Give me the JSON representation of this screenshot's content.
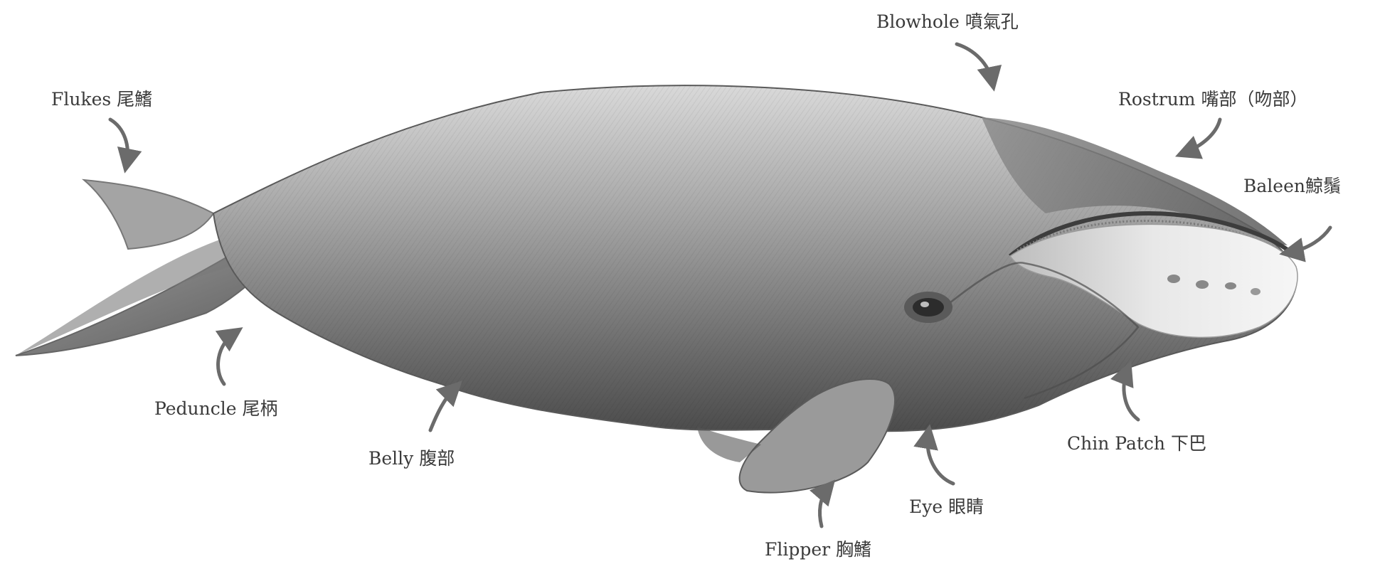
{
  "labels": {
    "blowhole": {
      "en": "Blowhole",
      "zh": "噴氣孔"
    },
    "flukes": {
      "en": "Flukes",
      "zh": "尾鰭"
    },
    "rostrum": {
      "en": "Rostrum",
      "zh": "嘴部（吻部）"
    },
    "baleen": {
      "en": "Baleen",
      "zh": "鯨鬚"
    },
    "peduncle": {
      "en": "Peduncle",
      "zh": "尾柄"
    },
    "belly": {
      "en": "Belly",
      "zh": "腹部"
    },
    "chin_patch": {
      "en": "Chin Patch",
      "zh": "下巴"
    },
    "eye": {
      "en": "Eye",
      "zh": "眼睛"
    },
    "flipper": {
      "en": "Flipper",
      "zh": "胸鰭"
    }
  },
  "colors": {
    "label_text": "#3a3a3a",
    "arrow": "#6b6b6b",
    "body_dark": "#4a4a4a",
    "body_mid": "#8a8a8a",
    "body_light": "#d8d8d8",
    "chin_white": "#f2f2f2"
  },
  "illustration": "bowhead-whale-pencil-drawing"
}
